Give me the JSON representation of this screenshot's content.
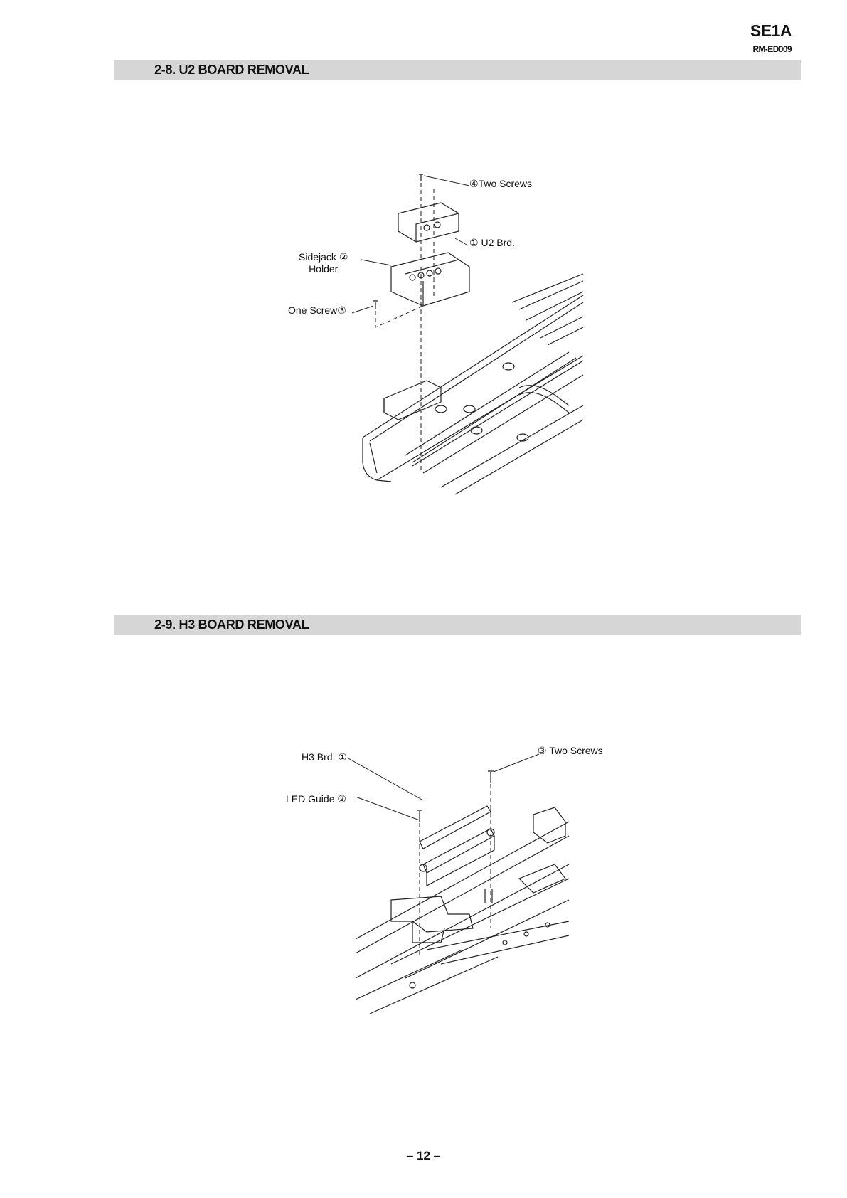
{
  "header": {
    "model": "SE1A",
    "doc_number": "RM-ED009"
  },
  "sections": [
    {
      "title": "2-8. U2 BOARD REMOVAL",
      "callouts": [
        {
          "num": "④",
          "text": "Two Screws"
        },
        {
          "num": "①",
          "text": "U2 Brd."
        },
        {
          "num": "②",
          "text": "Sidejack",
          "text2": "Holder"
        },
        {
          "num": "③",
          "text": "One Screw"
        }
      ]
    },
    {
      "title": "2-9. H3 BOARD REMOVAL",
      "callouts": [
        {
          "num": "③",
          "text": "Two Screws"
        },
        {
          "num": "①",
          "text": "H3 Brd."
        },
        {
          "num": "②",
          "text": "LED Guide"
        }
      ]
    }
  ],
  "footer": {
    "page": "– 12 –"
  }
}
